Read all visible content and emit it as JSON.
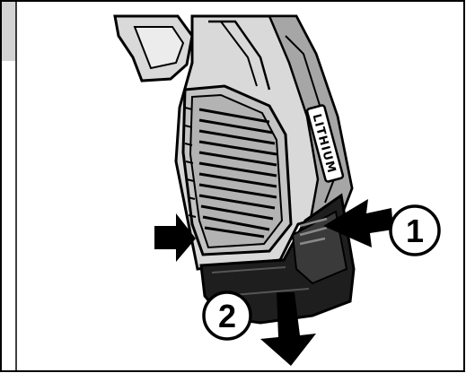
{
  "figure": {
    "brand_label": "LITHIUM",
    "steps": [
      {
        "number": "1",
        "action": "press-release-buttons"
      },
      {
        "number": "2",
        "action": "pull-battery-down"
      }
    ],
    "colors": {
      "outline": "#000000",
      "tool_light": "#d9d9d9",
      "tool_mid": "#a6a6a6",
      "tool_dark": "#555555",
      "battery": "#1e1e1e",
      "background": "#ffffff",
      "corner_tab": "#d3d3d3"
    }
  }
}
